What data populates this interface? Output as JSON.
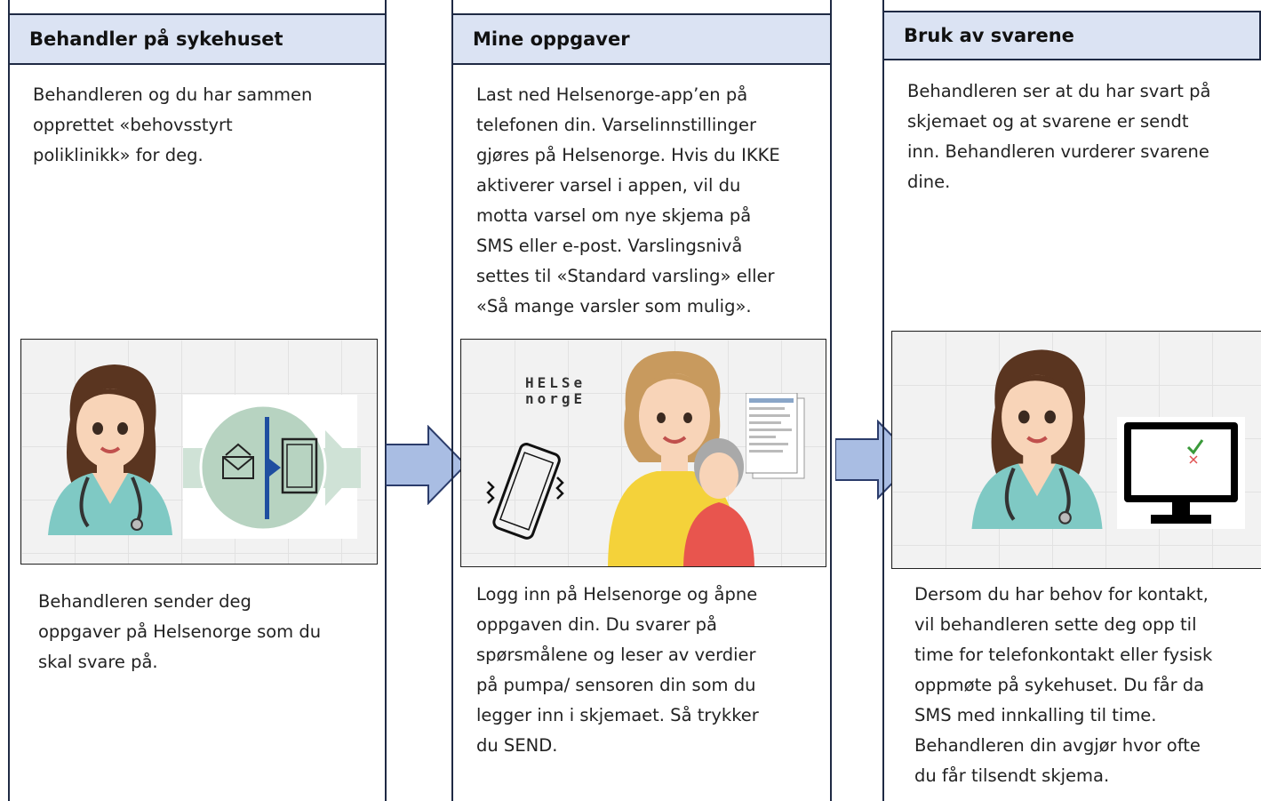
{
  "columns": [
    {
      "title": "Behandler på sykehuset",
      "top_text": "Behandleren og du har sammen\nopprettet «behovsstyrt\npoliklinikk» for deg.",
      "bottom_text": "Behandleren sender deg\noppgaver på Helsenorge som du\nskal svare på."
    },
    {
      "title": "Mine oppgaver",
      "top_text": "Last ned Helsenorge-app’en på\ntelefonen din. Varselinnstillinger\ngjøres på Helsenorge. Hvis du IKKE\naktiverer varsel i appen, vil du\nmotta varsel om nye skjema på\nSMS eller e-post. Varslingsnivå\nsettes til «Standard varsling» eller\n«Så mange varsler som mulig».",
      "bottom_text": "Logg inn på Helsenorge og åpne\noppgaven din. Du svarer på\nspørsmålene og leser av verdier\npå pumpa/ sensoren din som du\nlegger inn i skjemaet. Så trykker\ndu SEND."
    },
    {
      "title": "Bruk av svarene",
      "top_text": "Behandleren ser at du har svart på\nskjemaet og at svarene er sendt\ninn. Behandleren vurderer svarene\ndine.",
      "bottom_text": "Dersom du har behov for kontakt,\nvil behandleren sette deg opp til\ntime for telefonkontakt eller fysisk\noppmøte på sykehuset. Du får da\nSMS med innkalling til time.\nBehandleren din avgjør hvor ofte\ndu får tilsendt skjema."
    }
  ],
  "logo": {
    "line1": "HELSe",
    "line2": "norgE"
  },
  "colors": {
    "header_bg": "#dbe3f3",
    "border": "#1f2a44",
    "arrow_fill": "#a9bde3",
    "skin": "#f8d4b8",
    "hair": "#5a3520",
    "scrubs": "#7fc9c4"
  },
  "icons": [
    "doctor-illustration",
    "envelope-icon",
    "tablet-icon",
    "phone-icon",
    "computer-monitor-icon",
    "checkmark-icon",
    "arrow-right-icon"
  ]
}
